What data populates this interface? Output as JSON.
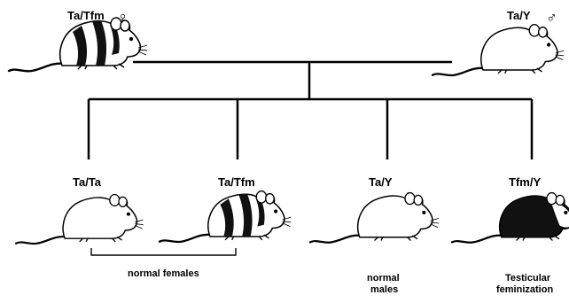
{
  "parents": {
    "mother": {
      "genotype": "Ta/Tfm",
      "sex_symbol": "♀",
      "coat": "striped"
    },
    "father": {
      "genotype": "Ta/Y",
      "sex_symbol": "♂",
      "coat": "white"
    }
  },
  "offspring": [
    {
      "genotype": "Ta/Ta",
      "coat": "white"
    },
    {
      "genotype": "Ta/Tfm",
      "coat": "striped"
    },
    {
      "genotype": "Ta/Y",
      "coat": "white"
    },
    {
      "genotype": "Tfm/Y",
      "coat": "black"
    }
  ],
  "captions": {
    "normal_females": "normal females",
    "normal_males_line1": "normal",
    "normal_males_line2": "males",
    "tfm_line1": "Testicular",
    "tfm_line2": "feminization"
  }
}
